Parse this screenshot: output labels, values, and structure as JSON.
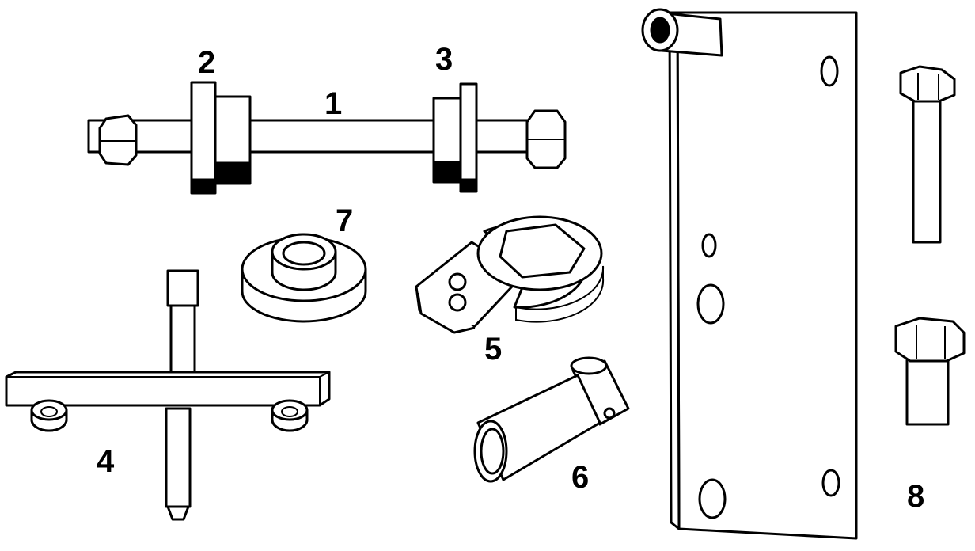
{
  "figure": {
    "background_color": "#ffffff",
    "ink_color": "#000000",
    "callouts": [
      {
        "id": "1",
        "text": "1"
      },
      {
        "id": "2",
        "text": "2"
      },
      {
        "id": "3",
        "text": "3"
      },
      {
        "id": "4",
        "text": "4"
      },
      {
        "id": "5",
        "text": "5"
      },
      {
        "id": "6",
        "text": "6"
      },
      {
        "id": "7",
        "text": "7"
      },
      {
        "id": "8",
        "text": "8"
      }
    ]
  }
}
